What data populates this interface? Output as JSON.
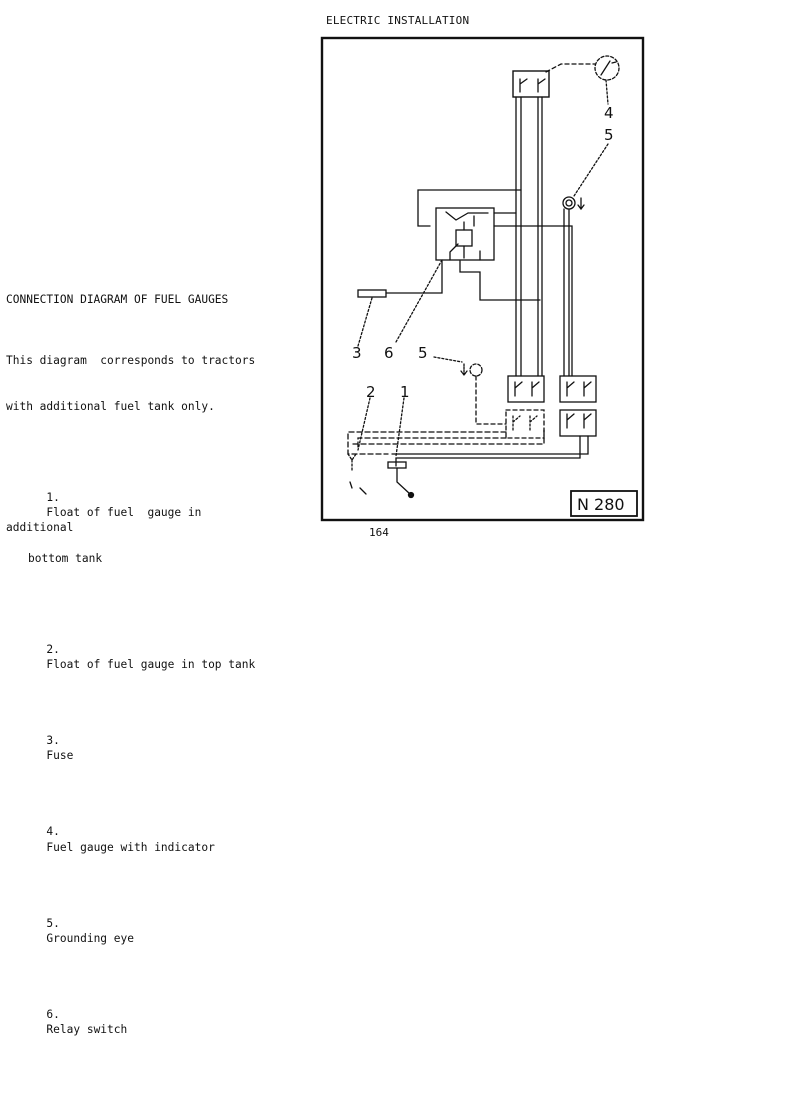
{
  "header": {
    "title": "ELECTRIC INSTALLATION"
  },
  "legend": {
    "title": "CONNECTION DIAGRAM OF FUEL GAUGES",
    "intro": [
      "This diagram  corresponds to tractors",
      "with additional fuel tank only."
    ],
    "items": [
      {
        "num": "1.",
        "text": "Float of fuel  gauge in additional",
        "cont": "bottom tank"
      },
      {
        "num": "2.",
        "text": "Float of fuel gauge in top tank"
      },
      {
        "num": "3.",
        "text": "Fuse"
      },
      {
        "num": "4.",
        "text": "Fuel gauge with indicator"
      },
      {
        "num": "5.",
        "text": "Grounding eye"
      },
      {
        "num": "6.",
        "text": "Relay switch"
      }
    ]
  },
  "diagram": {
    "callouts": {
      "c1": "1",
      "c2": "2",
      "c3": "3",
      "c4": "4",
      "c5a": "5",
      "c5b": "5",
      "c6": "6"
    },
    "figure_code": "N 280"
  },
  "footer": {
    "page_number": "164"
  }
}
